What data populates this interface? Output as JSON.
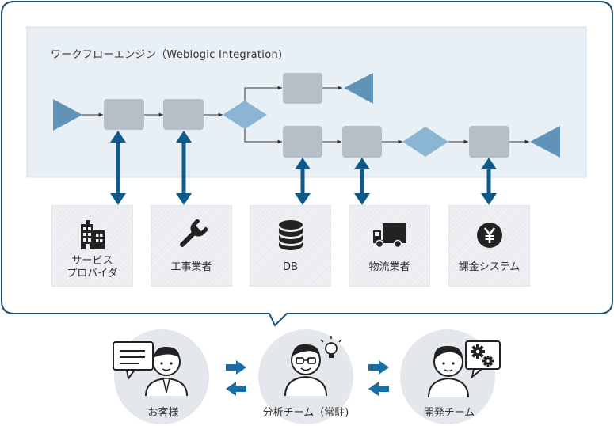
{
  "engine": {
    "title": "ワークフローエンジン（Weblogic Integration)"
  },
  "services": [
    {
      "label": "サービス\nプロバイダ",
      "icon": "building-icon"
    },
    {
      "label": "工事業者",
      "icon": "wrench-icon"
    },
    {
      "label": "DB",
      "icon": "database-icon"
    },
    {
      "label": "物流業者",
      "icon": "truck-icon"
    },
    {
      "label": "課金システム",
      "icon": "yen-coin-icon"
    }
  ],
  "people": [
    {
      "label": "お客様",
      "icon": "customer-with-chat-icon"
    },
    {
      "label": "分析チーム（常駐)",
      "icon": "analyst-with-lightbulb-icon"
    },
    {
      "label": "開発チーム",
      "icon": "developer-with-gears-icon"
    }
  ],
  "colors": {
    "frame_border": "#1c4f74",
    "engine_bg": "#e8f0f6",
    "task_box": "#b6bec8",
    "start_end_triangle": "#5f93b8",
    "decision_diamond": "#8ab5d3",
    "double_arrow": "#0f5a8a",
    "exchange_arrow": "#1a6ea3",
    "person_circle": "#e4e8ec"
  }
}
